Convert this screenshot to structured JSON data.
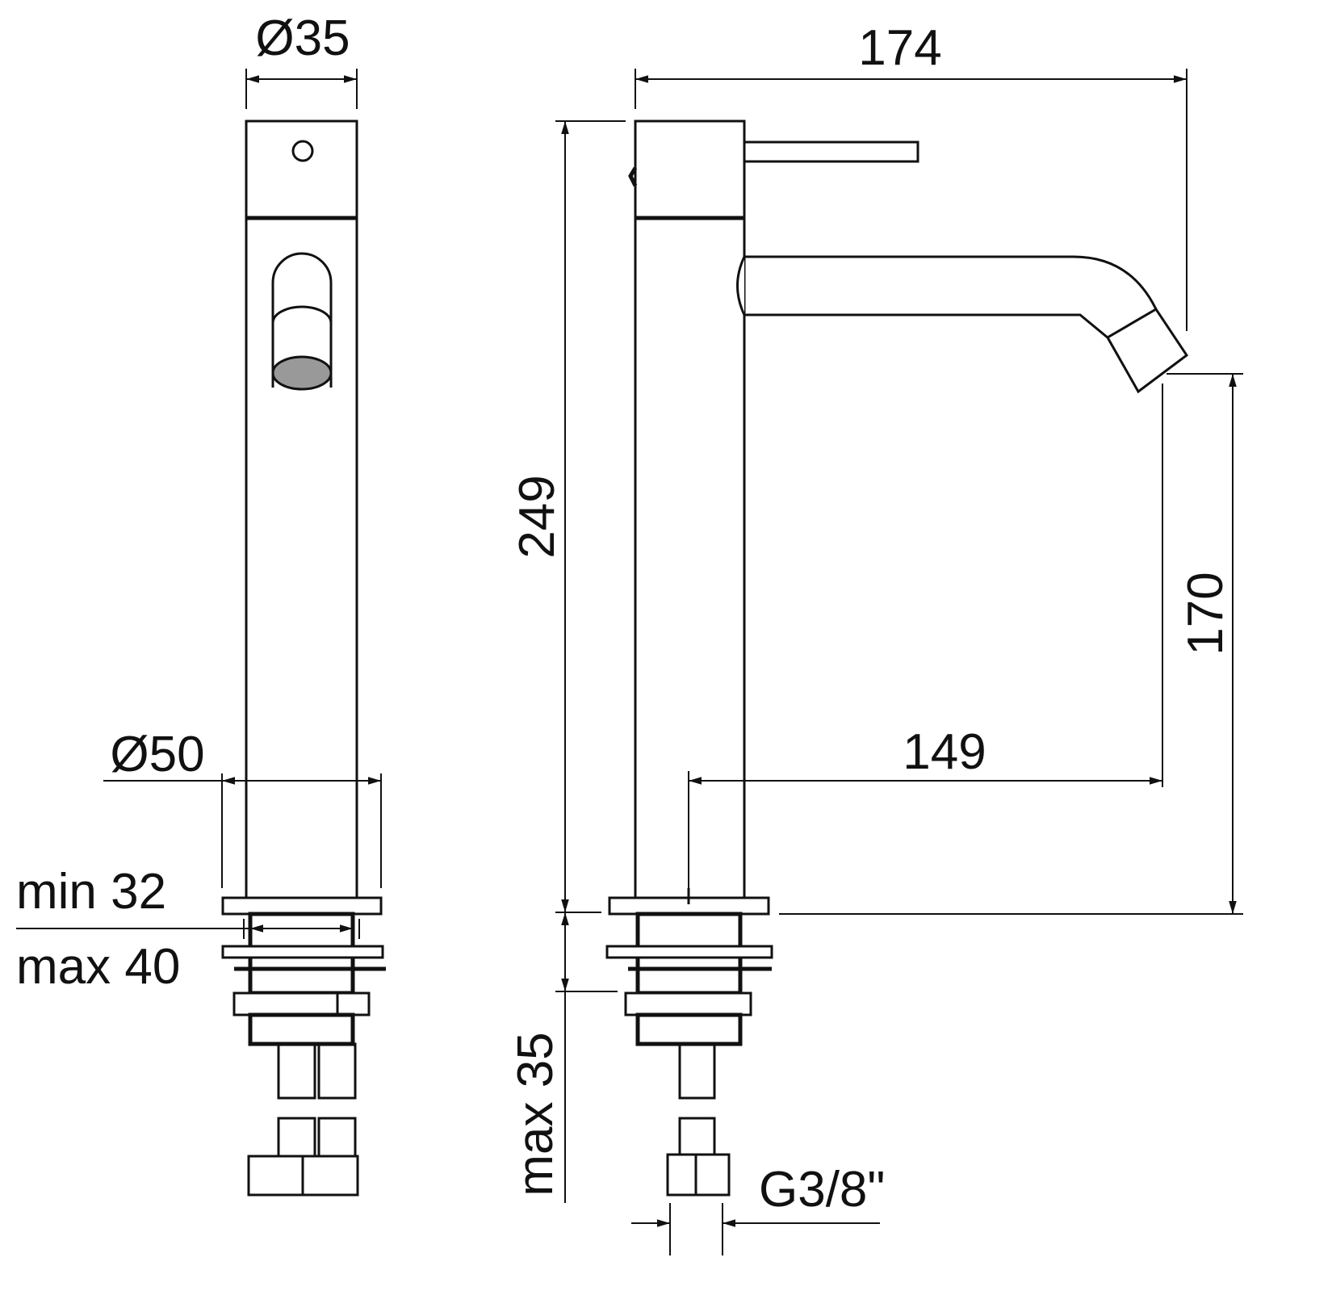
{
  "dimensions": {
    "diameter_top": "Ø35",
    "overall_width": "174",
    "overall_height": "249",
    "spout_height": "170",
    "spout_reach": "149",
    "diameter_base": "Ø50",
    "deck_min": "min 32",
    "deck_max": "max 40",
    "under_max": "max 35",
    "thread": "G3/8\""
  }
}
